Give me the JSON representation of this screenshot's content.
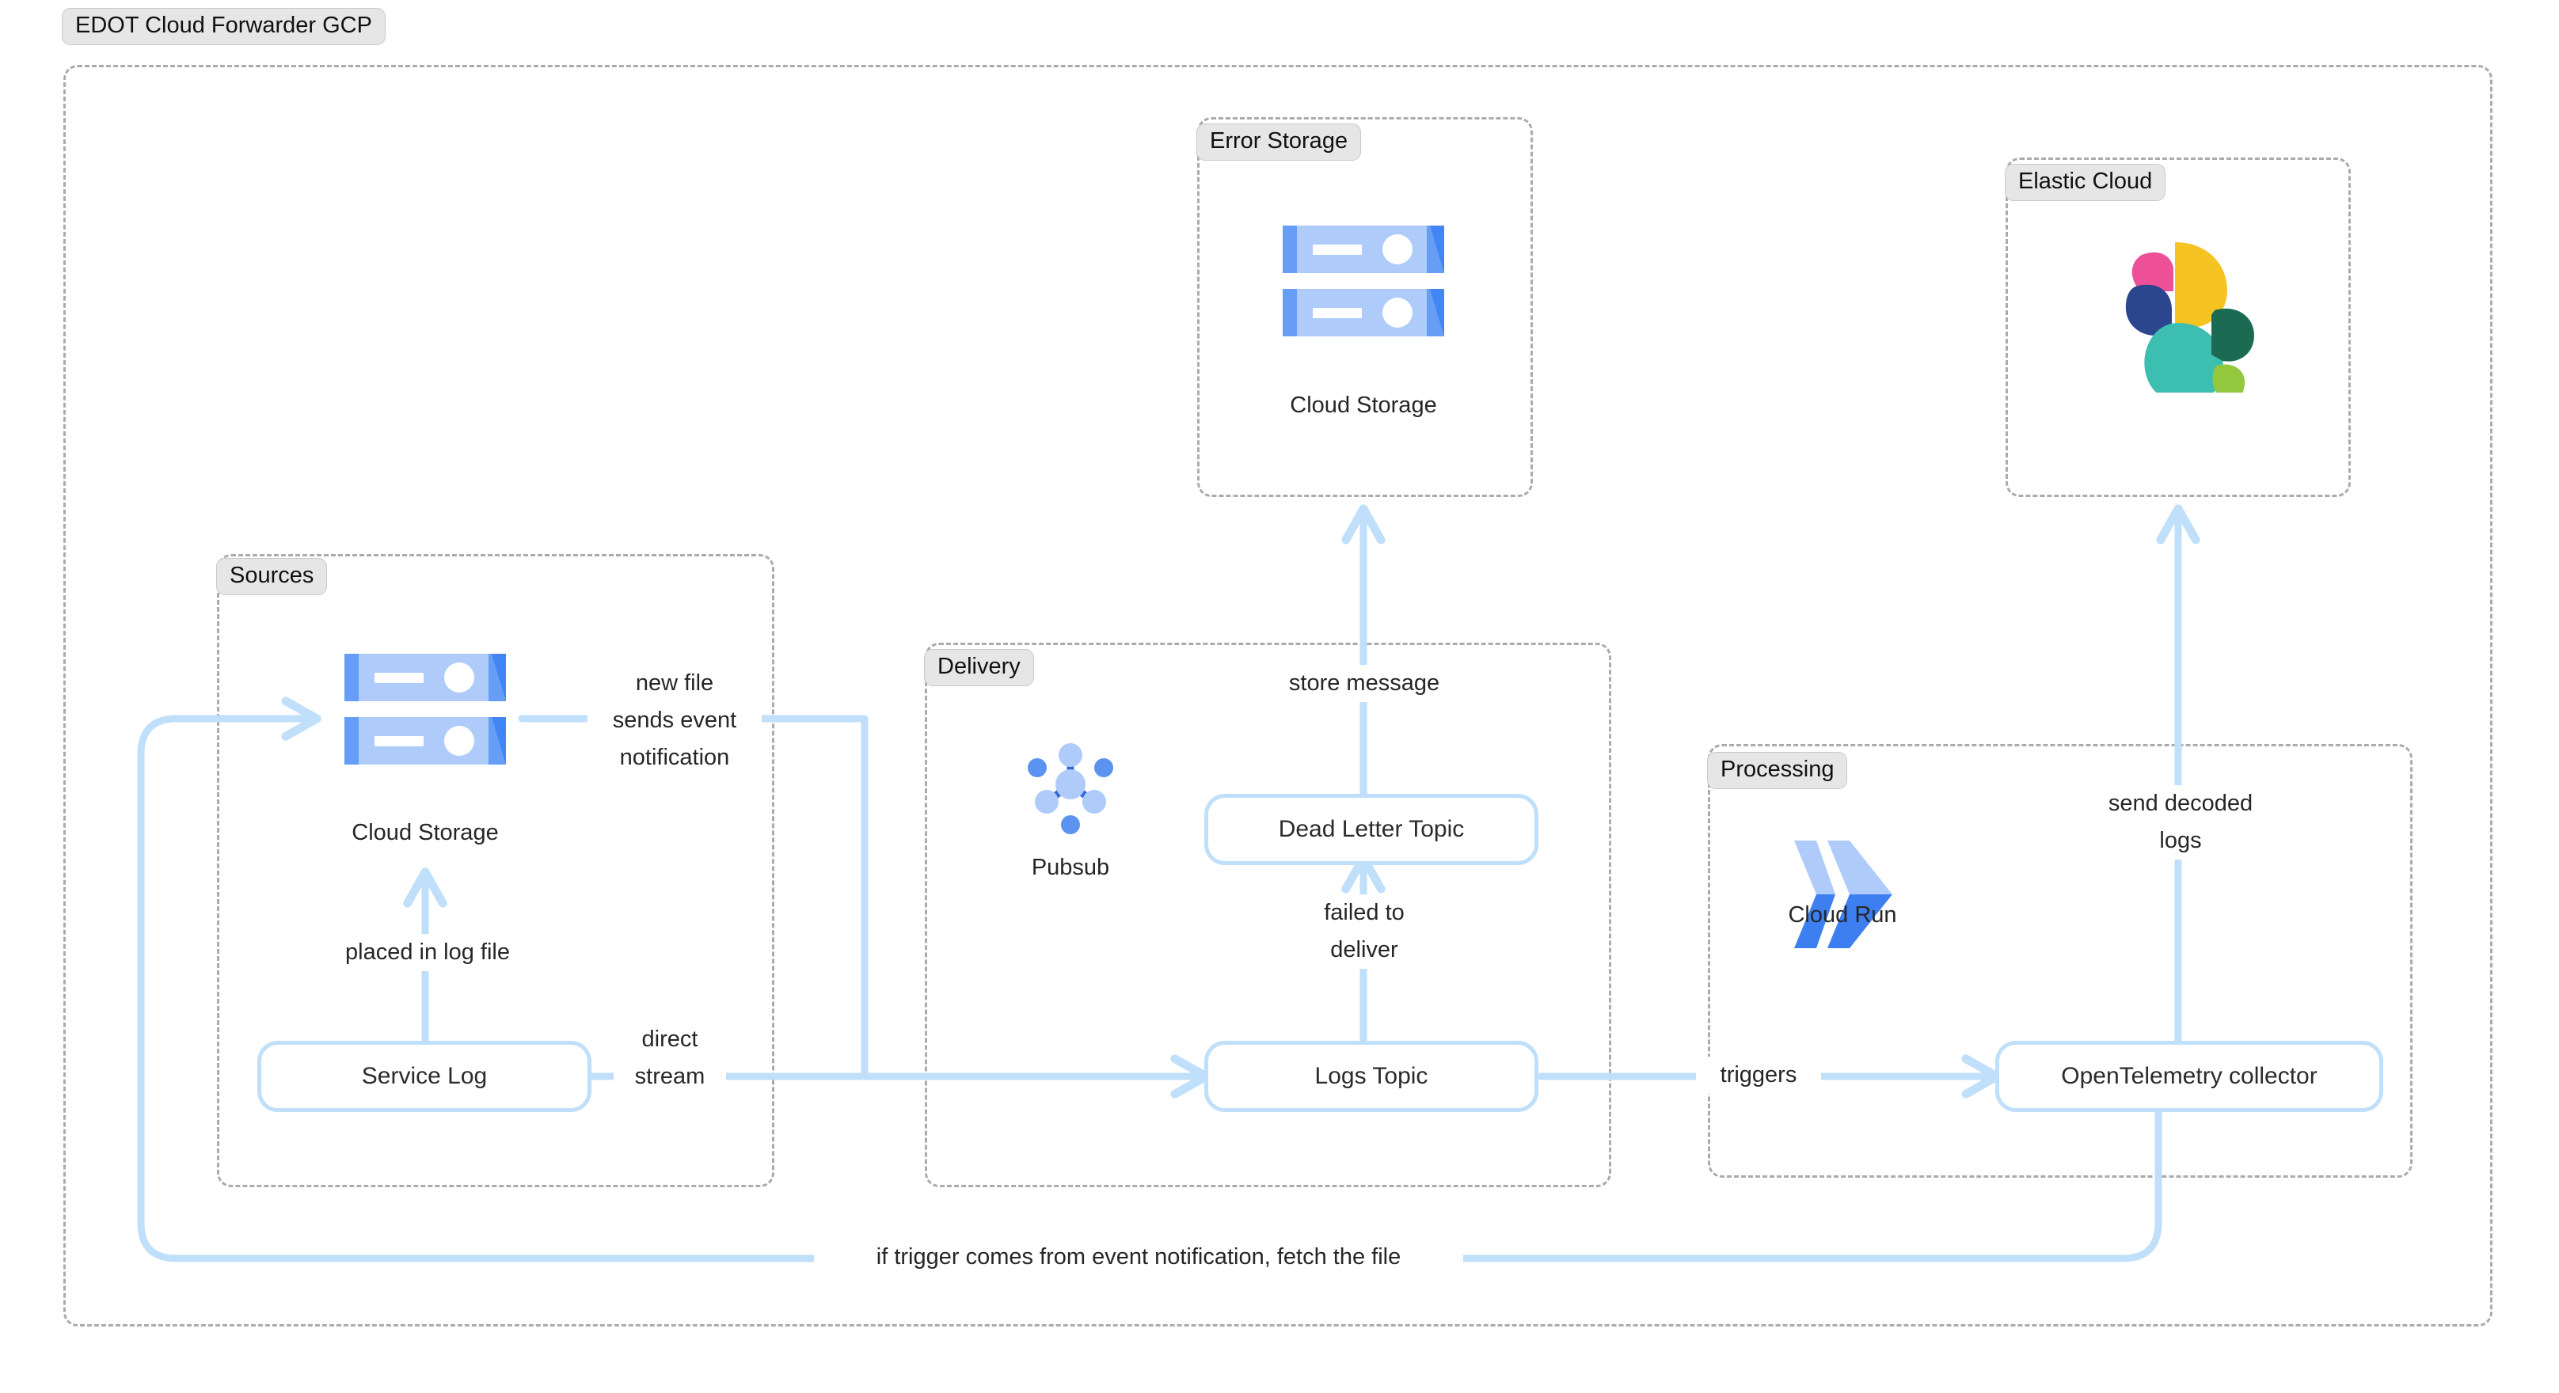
{
  "diagram": {
    "title": "EDOT Cloud Forwarder GCP",
    "colors": {
      "edge": "#bfdffa",
      "group_border": "#ababab",
      "chip_bg": "#e6e6e6",
      "gcp_light_blue": "#aecbfa",
      "gcp_mid_blue": "#669df6",
      "gcp_dark_blue": "#4285f4",
      "elastic_yellow": "#f5c423",
      "elastic_teal": "#3cbeb1",
      "elastic_pink": "#ee5098",
      "elastic_navy": "#2c458f",
      "elastic_green_dark": "#1a6b52",
      "elastic_green_light": "#93c83e"
    }
  },
  "groups": [
    {
      "key": "root",
      "label": "EDOT Cloud Forwarder GCP"
    },
    {
      "key": "error_storage",
      "label": "Error Storage"
    },
    {
      "key": "elastic_cloud",
      "label": "Elastic Cloud"
    },
    {
      "key": "sources",
      "label": "Sources"
    },
    {
      "key": "delivery",
      "label": "Delivery"
    },
    {
      "key": "processing",
      "label": "Processing"
    }
  ],
  "icons": [
    {
      "key": "error_cloud_storage",
      "name": "cloud-storage-icon",
      "caption": "Cloud Storage"
    },
    {
      "key": "elastic_logo",
      "name": "elastic-logo-icon",
      "caption": ""
    },
    {
      "key": "source_cloud_storage",
      "name": "cloud-storage-icon",
      "caption": "Cloud Storage"
    },
    {
      "key": "pubsub",
      "name": "pubsub-icon",
      "caption": "Pubsub"
    },
    {
      "key": "cloud_run",
      "name": "cloud-run-icon",
      "caption": "Cloud Run"
    }
  ],
  "nodes": [
    {
      "key": "service_log",
      "label": "Service Log"
    },
    {
      "key": "dead_letter",
      "label": "Dead Letter Topic"
    },
    {
      "key": "logs_topic",
      "label": "Logs Topic"
    },
    {
      "key": "otel_collector",
      "label": "OpenTelemetry collector"
    }
  ],
  "edge_labels": [
    {
      "key": "new_file",
      "text": "new file\nsends event\nnotification"
    },
    {
      "key": "placed_in_log",
      "text": "placed in log file"
    },
    {
      "key": "direct_stream",
      "text": "direct\nstream"
    },
    {
      "key": "store_message",
      "text": "store message"
    },
    {
      "key": "failed_deliver",
      "text": "failed to\ndeliver"
    },
    {
      "key": "triggers",
      "text": "triggers"
    },
    {
      "key": "send_decoded",
      "text": "send decoded\nlogs"
    },
    {
      "key": "fetch_file",
      "text": "if trigger comes from event notification, fetch the file"
    }
  ]
}
